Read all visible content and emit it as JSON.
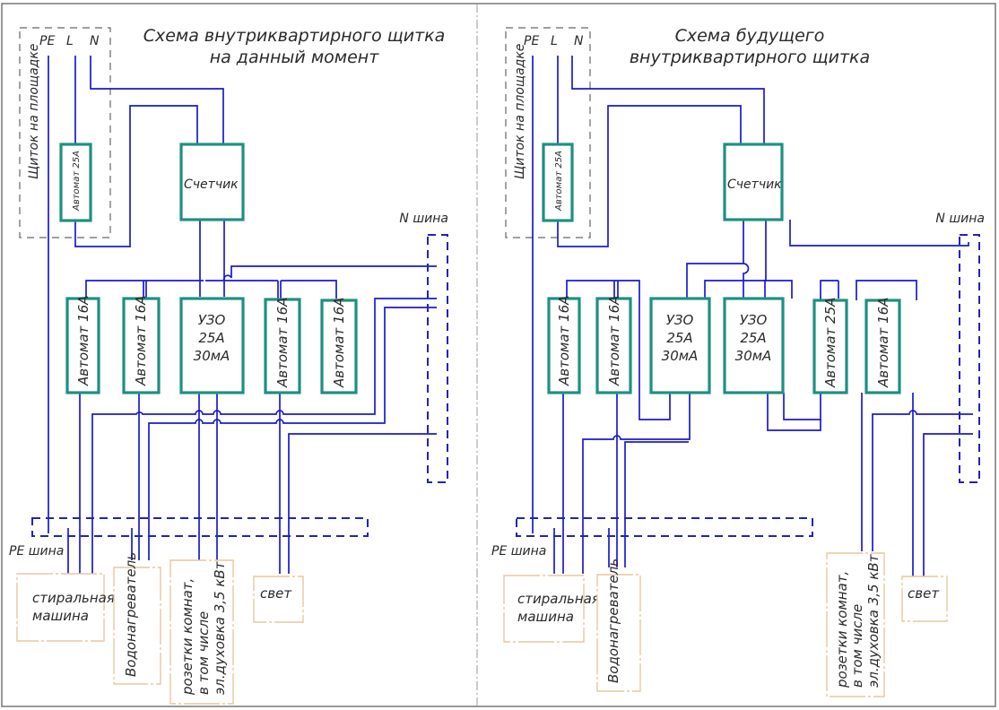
{
  "diagrams": [
    {
      "id": "current",
      "title_line1": "Схема внутриквартирного щитка",
      "title_line2": "на данный момент",
      "landing_panel_label": "Щиток на площадке",
      "terminals": [
        "PE",
        "L",
        "N"
      ],
      "main_breaker": "Автомат 25А",
      "meter": "Счетчик",
      "n_bus_label": "N шина",
      "pe_bus_label": "PE шина",
      "devices": [
        {
          "type": "breaker",
          "label": "Автомат 16А"
        },
        {
          "type": "breaker",
          "label": "Автомат 16А"
        },
        {
          "type": "rcd",
          "lines": [
            "УЗО",
            "25А",
            "30мА"
          ]
        },
        {
          "type": "breaker",
          "label": "Автомат 16А"
        },
        {
          "type": "breaker",
          "label": "Автомат 16А"
        }
      ],
      "loads": [
        {
          "lines": [
            "стиральная",
            "машина"
          ]
        },
        {
          "lines": [
            "Водонагреватель"
          ]
        },
        {
          "lines": [
            "розетки комнат,",
            "в том числе",
            "эл.духовка 3,5 кВт"
          ]
        },
        {
          "lines": [
            "свет"
          ]
        }
      ]
    },
    {
      "id": "future",
      "title_line1": "Схема будущего",
      "title_line2": "внутриквартирного щитка",
      "landing_panel_label": "Щиток на площадке",
      "terminals": [
        "PE",
        "L",
        "N"
      ],
      "main_breaker": "Автомат 25А",
      "meter": "Счетчик",
      "n_bus_label": "N шина",
      "pe_bus_label": "PE шина",
      "devices": [
        {
          "type": "breaker",
          "label": "Автомат 16А"
        },
        {
          "type": "breaker",
          "label": "Автомат 16А"
        },
        {
          "type": "rcd",
          "lines": [
            "УЗО",
            "25А",
            "30мА"
          ]
        },
        {
          "type": "rcd",
          "lines": [
            "УЗО",
            "25А",
            "30мА"
          ]
        },
        {
          "type": "breaker",
          "label": "Автомат 25А"
        },
        {
          "type": "breaker",
          "label": "Автомат 16А"
        }
      ],
      "loads": [
        {
          "lines": [
            "стиральная",
            "машина"
          ]
        },
        {
          "lines": [
            "Водонагреватель"
          ]
        },
        {
          "lines": [
            "розетки комнат,",
            "в том числе",
            "эл.духовка 3,5 кВт"
          ]
        },
        {
          "lines": [
            "свет"
          ]
        }
      ]
    }
  ],
  "colors": {
    "wire": "#1a1ad0",
    "device_border": "#1f8f82",
    "load_border": "#e8c79e",
    "panel_border": "#666666"
  }
}
